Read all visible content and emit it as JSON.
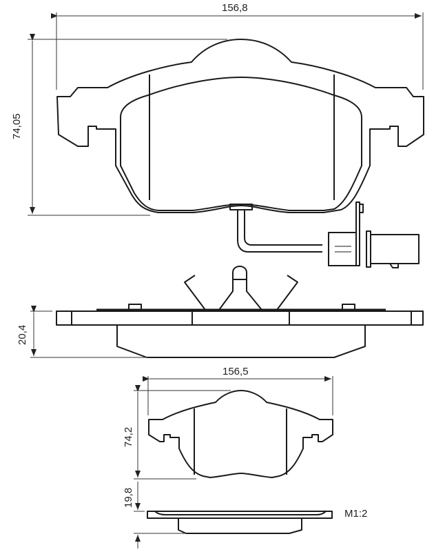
{
  "drawing": {
    "subject": "Brake pad set technical drawing",
    "dimensions": {
      "top_width": "156,8",
      "top_height": "74,05",
      "top_thickness": "20,4",
      "bottom_width": "156,5",
      "bottom_height": "74,2",
      "bottom_thickness": "19,8"
    },
    "scale_label": "M1:2"
  },
  "colors": {
    "line": "#1a1a1a",
    "background": "#ffffff"
  }
}
